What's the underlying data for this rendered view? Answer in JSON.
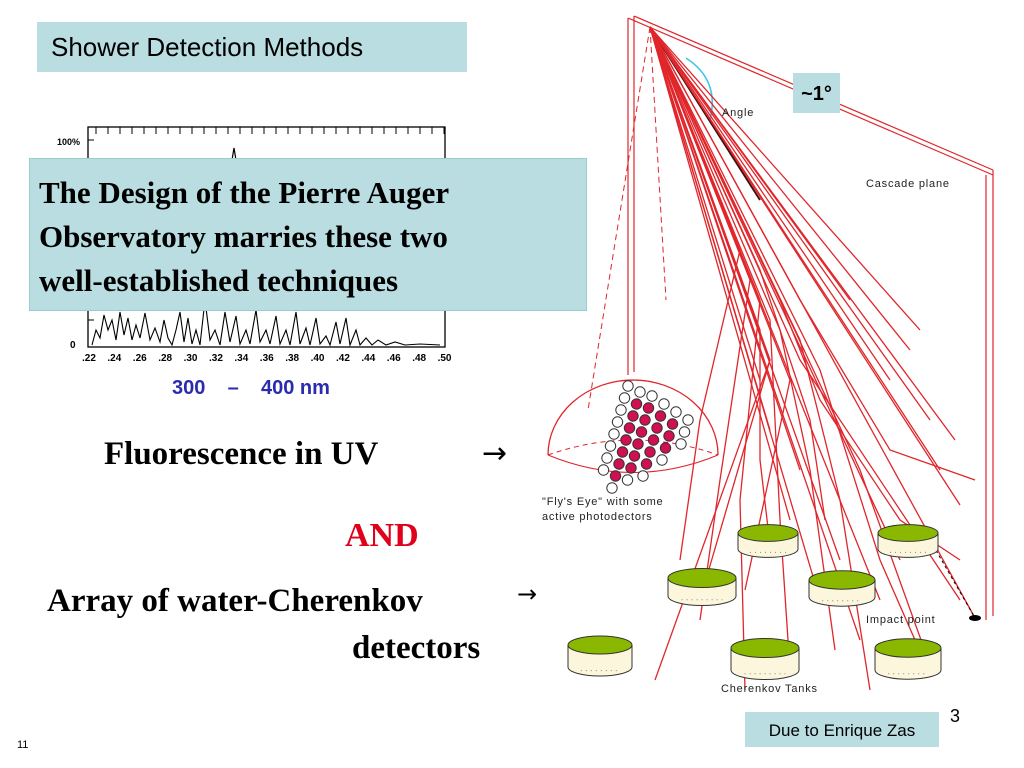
{
  "slide": {
    "title": "Shower Detection Methods",
    "callout": [
      "The Design of the Pierre Auger",
      "Observatory marries these two",
      "well-established techniques"
    ],
    "angle_box": "~1°",
    "wavelength_range": "300    –    400 nm",
    "fluorescence_label": "Fluorescence in UV",
    "fluorescence_arrow": "→",
    "and_label": "AND",
    "array_label_line1": "Array of water-Cherenkov",
    "array_label_line2": "detectors",
    "array_arrow": "→",
    "credit": "Due to Enrique Zas",
    "page_number": "3",
    "slide_number": "11"
  },
  "spectrum_plot": {
    "y_ticks": [
      "100%",
      "0"
    ],
    "x_ticks": [
      ".22",
      ".24",
      ".26",
      ".28",
      ".30",
      ".32",
      ".34",
      ".36",
      ".38",
      ".40",
      ".42",
      ".44",
      ".46",
      ".48",
      ".50"
    ]
  },
  "diagram": {
    "labels": {
      "angle": "Angle",
      "cascade_plane": "Cascade plane",
      "flys_eye_line1": "\"Fly's Eye\" with some",
      "flys_eye_line2": "active photodectors",
      "impact_point": "Impact point",
      "cherenkov_tanks": "Cherenkov Tanks"
    },
    "colors": {
      "shower_lines": "#e0262b",
      "tank_top": "#8ab800",
      "angle_arc": "#3cc8e8",
      "active_pmt": "#d01050",
      "highlight_box": "#b9dde1"
    }
  }
}
